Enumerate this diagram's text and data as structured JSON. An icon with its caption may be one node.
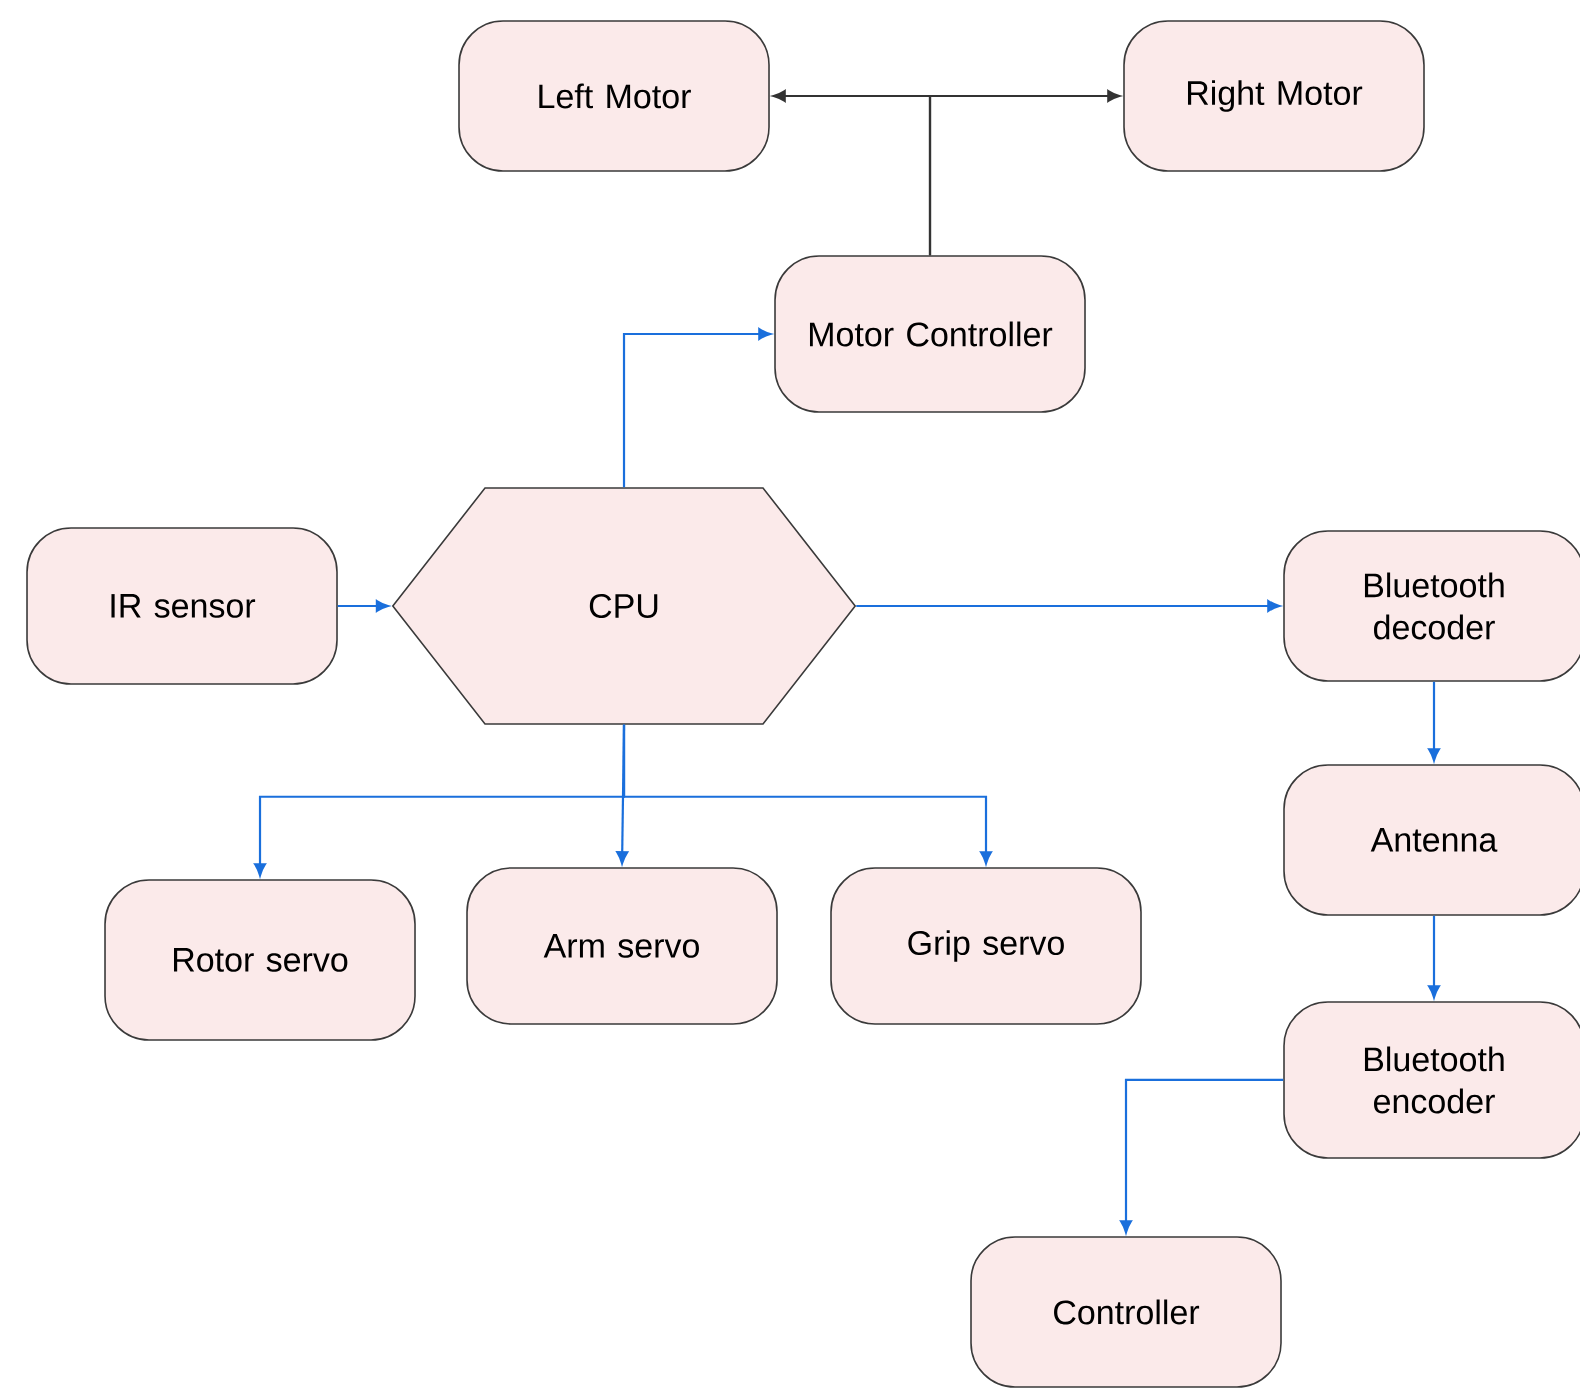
{
  "diagram": {
    "nodes": [
      {
        "text": [
          "Left Motor"
        ]
      },
      {
        "text": [
          "Right Motor"
        ]
      },
      {
        "text": [
          "Motor Controller"
        ]
      },
      {
        "text": [
          "IR sensor"
        ]
      },
      {
        "text": [
          "CPU"
        ]
      },
      {
        "text": [
          "Bluetooth decoder"
        ]
      },
      {
        "text": [
          "Rotor servo"
        ]
      },
      {
        "text": [
          "Arm servo"
        ]
      },
      {
        "text": [
          "Grip servo"
        ]
      },
      {
        "text": [
          "Antenna"
        ]
      },
      {
        "text": [
          "Bluetooth encoder"
        ]
      },
      {
        "text": [
          "Controller"
        ]
      }
    ],
    "edges": [
      {
        "from": 2,
        "to": 0,
        "arrow": "to",
        "color": "#333333"
      },
      {
        "from": 2,
        "to": 1,
        "arrow": "to",
        "color": "#333333"
      },
      {
        "from": 4,
        "to": 2,
        "arrow": "to"
      },
      {
        "from": 3,
        "to": 4,
        "arrow": "to"
      },
      {
        "from": 4,
        "to": 5,
        "arrow": "to"
      },
      {
        "from": 4,
        "to": 6,
        "arrow": "to"
      },
      {
        "from": 4,
        "to": 7,
        "arrow": "to"
      },
      {
        "from": 4,
        "to": 8,
        "arrow": "to"
      },
      {
        "from": 5,
        "to": 9,
        "arrow": "to"
      },
      {
        "from": 9,
        "to": 10,
        "arrow": "to"
      },
      {
        "from": 10,
        "to": 11,
        "arrow": "to"
      }
    ]
  }
}
